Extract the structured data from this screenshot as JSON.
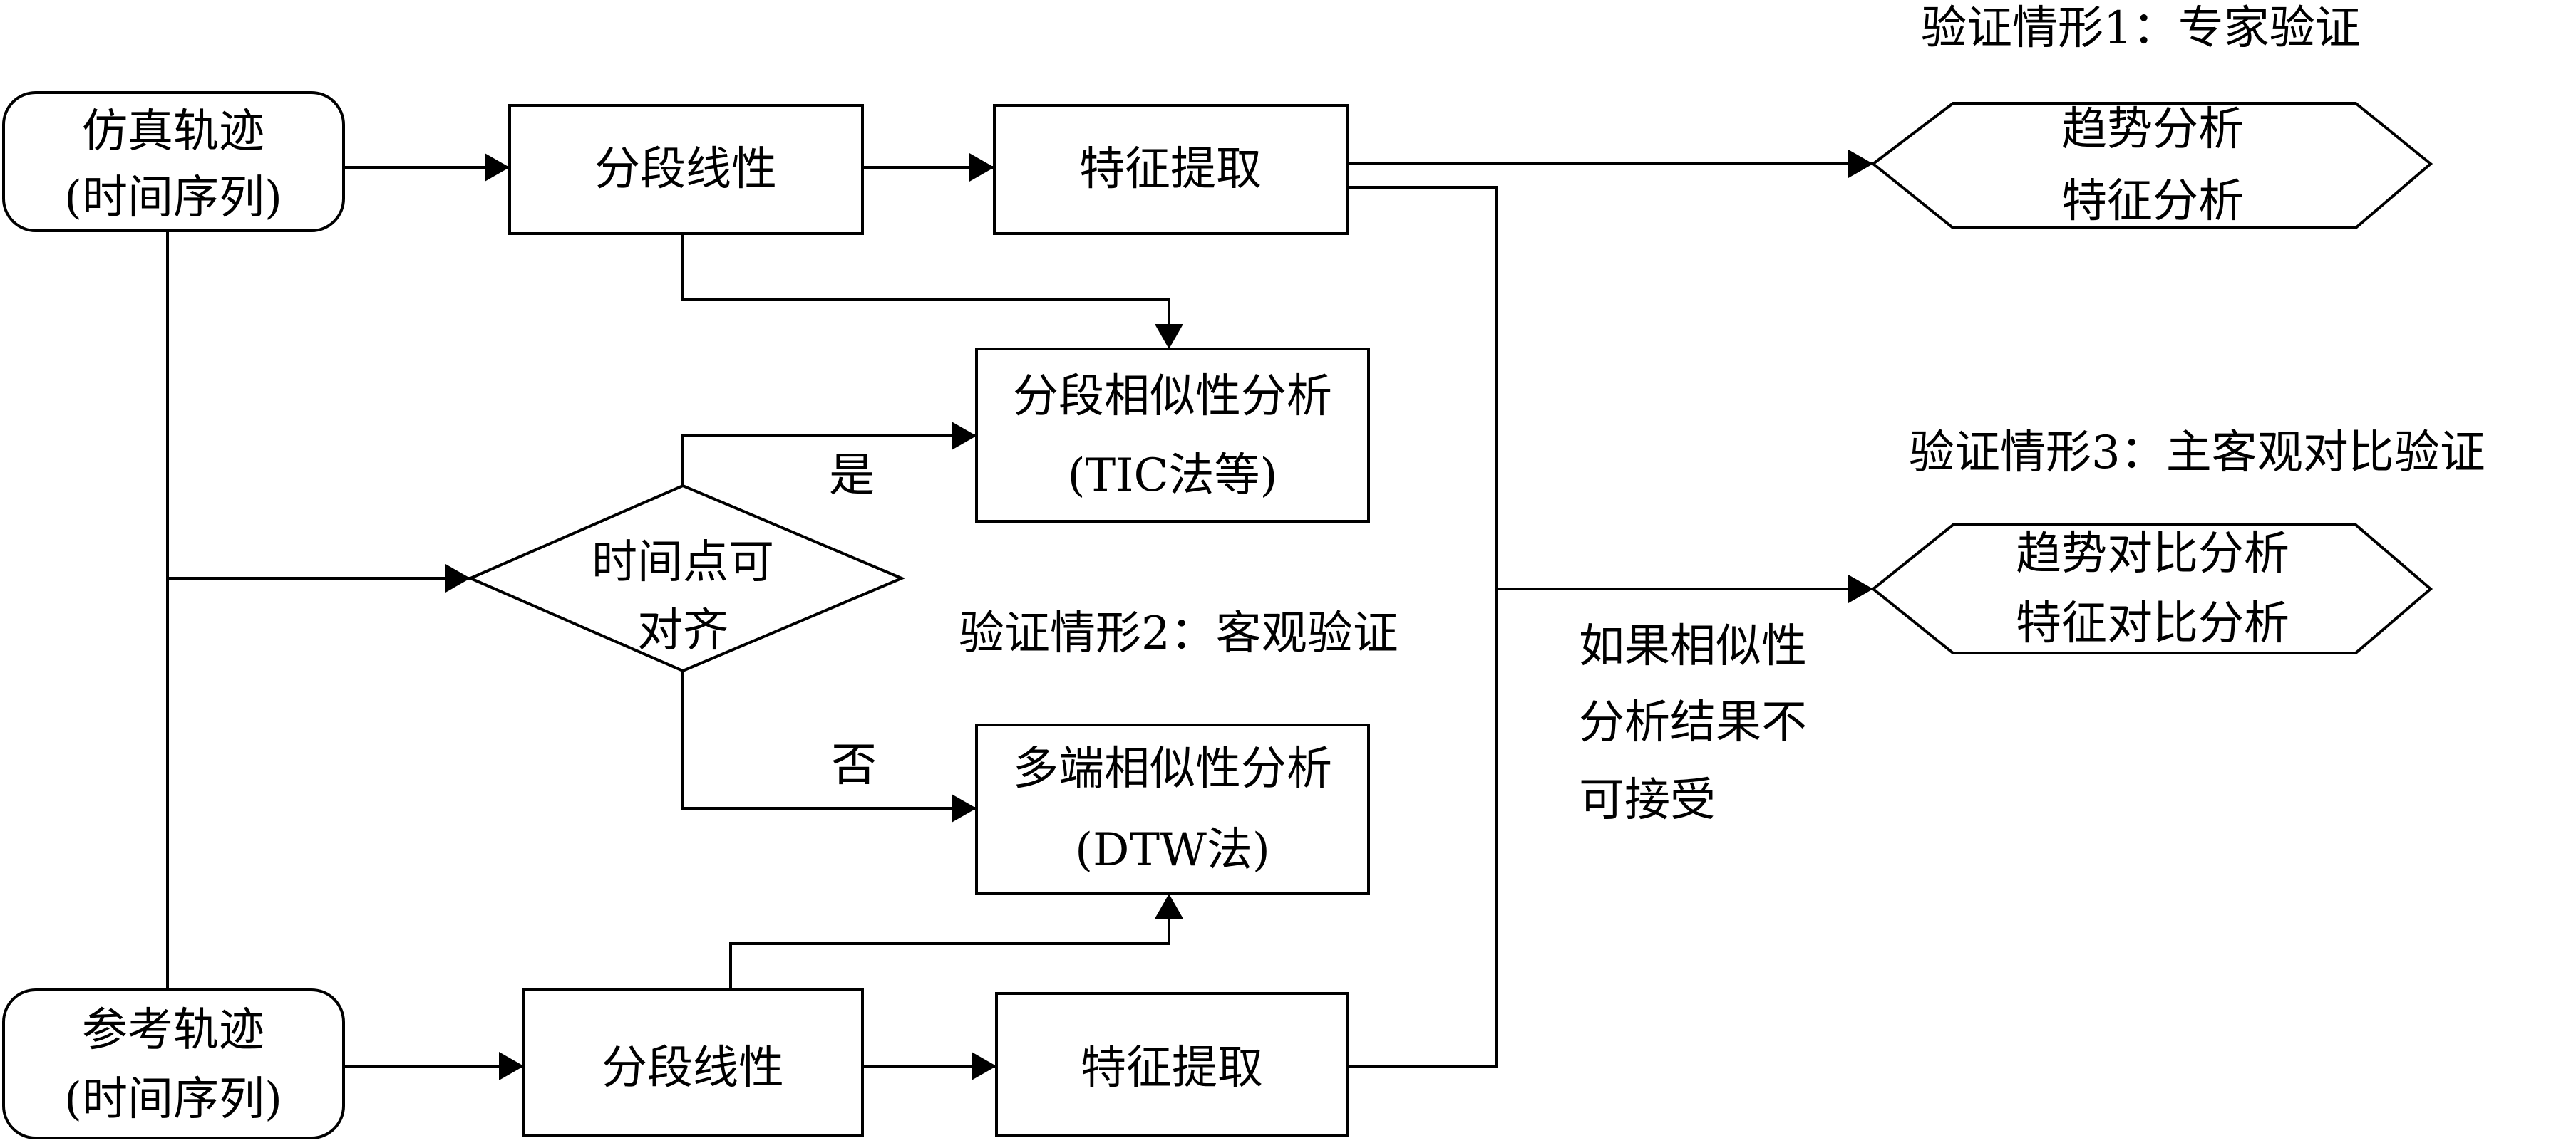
{
  "nodes": {
    "sim_trajectory": {
      "line1": "仿真轨迹",
      "line2": "(时间序列)"
    },
    "ref_trajectory": {
      "line1": "参考轨迹",
      "line2": "(时间序列)"
    },
    "sim_piecewise": {
      "label": "分段线性"
    },
    "sim_feature": {
      "label": "特征提取"
    },
    "ref_piecewise": {
      "label": "分段线性"
    },
    "ref_feature": {
      "label": "特征提取"
    },
    "segment_similarity": {
      "line1": "分段相似性分析",
      "line2": "(TIC法等)"
    },
    "multi_similarity": {
      "line1": "多端相似性分析",
      "line2": "(DTW法)"
    },
    "time_align": {
      "line1": "时间点可",
      "line2": "对齐"
    },
    "expert_output": {
      "line1": "趋势分析",
      "line2": "特征分析"
    },
    "compare_output": {
      "line1": "趋势对比分析",
      "line2": "特征对比分析"
    }
  },
  "labels": {
    "case1": "验证情形1：专家验证",
    "case2": "验证情形2：客观验证",
    "case3": "验证情形3：主客观对比验证",
    "yes": "是",
    "no": "否",
    "condition": {
      "line1": "如果相似性",
      "line2": "分析结果不",
      "line3": "可接受"
    }
  },
  "colors": {
    "stroke": "#000000",
    "fill": "#ffffff",
    "text": "#000000"
  }
}
